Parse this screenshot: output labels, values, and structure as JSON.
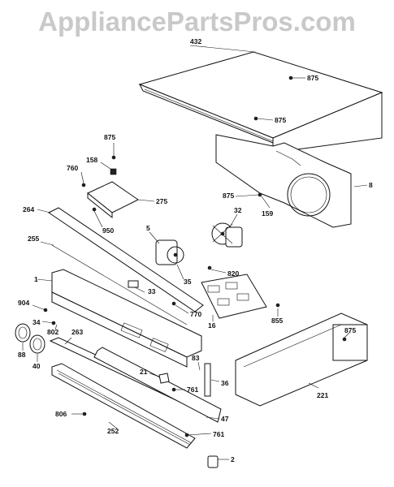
{
  "watermark": "AppliancePartsPros.com",
  "callouts": [
    {
      "id": "432",
      "text": "432"
    },
    {
      "id": "875a",
      "text": "875"
    },
    {
      "id": "875b",
      "text": "875"
    },
    {
      "id": "875c",
      "text": "875"
    },
    {
      "id": "875d",
      "text": "875"
    },
    {
      "id": "875e",
      "text": "875"
    },
    {
      "id": "158",
      "text": "158"
    },
    {
      "id": "760",
      "text": "760"
    },
    {
      "id": "275",
      "text": "275"
    },
    {
      "id": "8",
      "text": "8"
    },
    {
      "id": "32",
      "text": "32"
    },
    {
      "id": "159",
      "text": "159"
    },
    {
      "id": "264",
      "text": "264"
    },
    {
      "id": "950",
      "text": "950"
    },
    {
      "id": "5",
      "text": "5"
    },
    {
      "id": "255",
      "text": "255"
    },
    {
      "id": "820",
      "text": "820"
    },
    {
      "id": "1",
      "text": "1"
    },
    {
      "id": "35",
      "text": "35"
    },
    {
      "id": "33",
      "text": "33"
    },
    {
      "id": "904",
      "text": "904"
    },
    {
      "id": "770",
      "text": "770"
    },
    {
      "id": "16",
      "text": "16"
    },
    {
      "id": "855",
      "text": "855"
    },
    {
      "id": "34",
      "text": "34"
    },
    {
      "id": "802",
      "text": "802"
    },
    {
      "id": "263",
      "text": "263"
    },
    {
      "id": "88",
      "text": "88"
    },
    {
      "id": "40",
      "text": "40"
    },
    {
      "id": "83",
      "text": "83"
    },
    {
      "id": "21",
      "text": "21"
    },
    {
      "id": "36",
      "text": "36"
    },
    {
      "id": "761a",
      "text": "761"
    },
    {
      "id": "221",
      "text": "221"
    },
    {
      "id": "806",
      "text": "806"
    },
    {
      "id": "47",
      "text": "47"
    },
    {
      "id": "252",
      "text": "252"
    },
    {
      "id": "761b",
      "text": "761"
    },
    {
      "id": "2",
      "text": "2"
    }
  ]
}
